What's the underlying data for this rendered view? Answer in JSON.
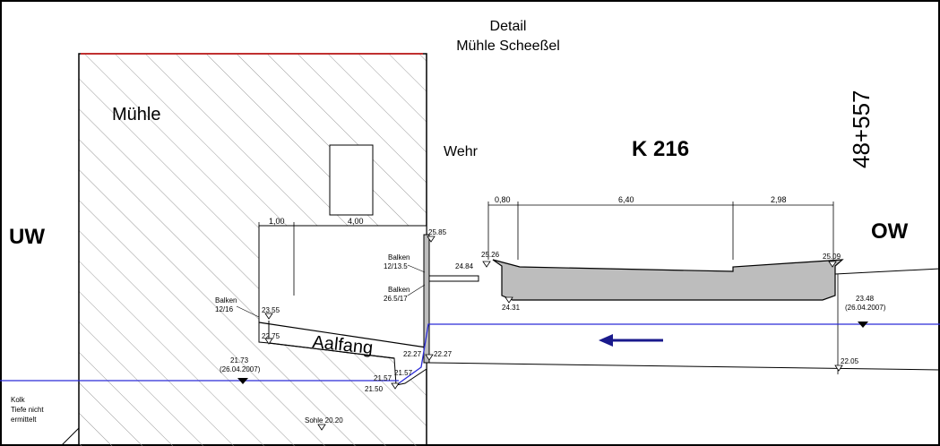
{
  "title": {
    "line1": "Detail",
    "line2": "Mühle Scheeßel"
  },
  "labels": {
    "muehle": "Mühle",
    "wehr": "Wehr",
    "k216": "K 216",
    "station": "48+557",
    "uw": "UW",
    "ow": "OW",
    "aalfang": "Aalfang",
    "kolk_line1": "Kolk",
    "kolk_line2": "Tiefe nicht",
    "kolk_line3": "ermittelt",
    "sohle": "Sohle 20.20"
  },
  "dimensions": {
    "d_100": "1,00",
    "d_400": "4,00",
    "d_080": "0,80",
    "d_640": "6,40",
    "d_298": "2,98"
  },
  "levels": {
    "l_2585": "25.85",
    "l_2484": "24.84",
    "l_2526": "25.26",
    "l_2509": "25.09",
    "l_2431": "24.31",
    "l_2355": "23.55",
    "l_2275": "22.75",
    "l_2227a": "22.27",
    "l_2227b": "22.27",
    "l_2157a": "21.57",
    "l_2157b": "21.57",
    "l_2150": "21.50",
    "l_2205": "22.05",
    "l_2348": "23.48",
    "l_2348_date": "(26.04.2007)",
    "l_2173": "21.73",
    "l_2173_date": "(26.04.2007)"
  },
  "balken": {
    "b1_line1": "Balken",
    "b1_line2": "12/13.5",
    "b2_line1": "Balken",
    "b2_line2": "26.5/17",
    "b3_line1": "Balken",
    "b3_line2": "12/16"
  },
  "colors": {
    "water_line": "#2b2bd6",
    "flow_arrow": "#1a1a8c",
    "frame_red": "#c03030",
    "bridge_fill": "#bdbdbd",
    "hatch": "#9a9a9a"
  },
  "icons": {
    "flow_arrow": "arrow-left-icon",
    "level_marker": "triangle-down-icon",
    "water_marker": "water-level-icon"
  }
}
